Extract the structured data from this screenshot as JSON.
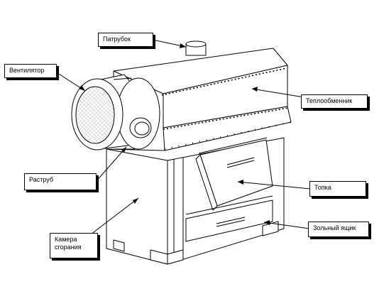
{
  "labels": {
    "patrubok": "Патрубок",
    "ventilyator": "Вентилятор",
    "teploobmennik": "Теплообменник",
    "rastrub": "Раструб",
    "topka": "Топка",
    "zolnyy_yashchik": "Зольный ящик",
    "kamera_line1": "Камера",
    "kamera_line2": "сгорания"
  },
  "colors": {
    "line": "#000000",
    "panel": "#ffffff",
    "mesh": "#b0b0b0"
  }
}
